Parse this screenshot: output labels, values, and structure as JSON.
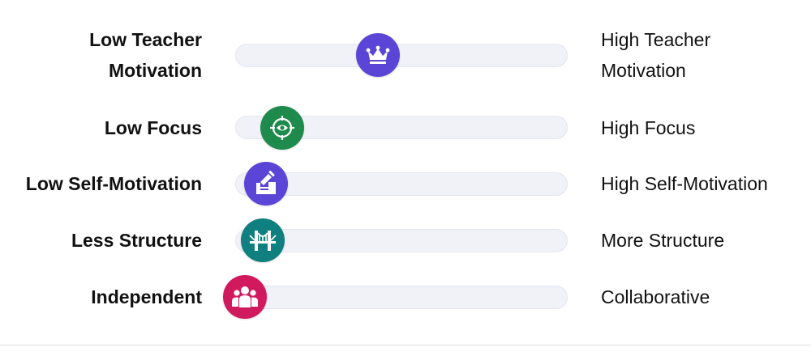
{
  "sliders": [
    {
      "left_label_line1": "Low Teacher",
      "left_label_line2": "Motivation",
      "right_label_line1": "High Teacher",
      "right_label_line2": "Motivation",
      "value_fraction": 0.45,
      "icon": "crown-icon",
      "color": "#5b45d6"
    },
    {
      "left_label": "Low Focus",
      "right_label": "High Focus",
      "value_fraction": 0.14,
      "icon": "eye-target-icon",
      "color": "#1e8a4c"
    },
    {
      "left_label": "Low Self-Motivation",
      "right_label": "High Self-Motivation",
      "value_fraction": 0.09,
      "icon": "microscope-icon",
      "color": "#5b45d6"
    },
    {
      "left_label": "Less Structure",
      "right_label": "More Structure",
      "value_fraction": 0.08,
      "icon": "bridge-icon",
      "color": "#0f7f80"
    },
    {
      "left_label": "Independent",
      "right_label": "Collaborative",
      "value_fraction": 0.03,
      "icon": "group-icon",
      "color": "#d1195d"
    }
  ]
}
